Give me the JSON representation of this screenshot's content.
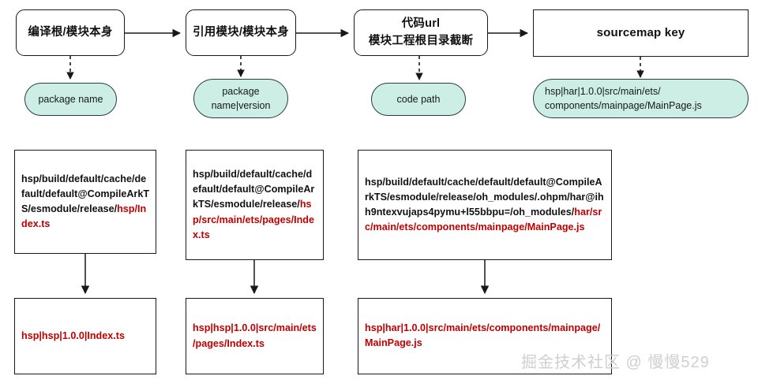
{
  "diagram": {
    "title": "sourcemap key derivation flow",
    "colors": {
      "pill_fill": "#cdeee4",
      "pill_border": "#2b3a4a",
      "box_border": "#17171d",
      "highlight_text": "#c00000",
      "body_text": "#111114",
      "watermark": "#cfcfcf"
    },
    "stages": [
      {
        "line1": "编译根/模块本身",
        "line2": ""
      },
      {
        "line1": "引用模块/模块本身",
        "line2": ""
      },
      {
        "line1": "代码url",
        "line2": "模块工程根目录截断"
      },
      {
        "line1": "sourcemap key",
        "line2": ""
      }
    ],
    "outputs": [
      {
        "line1": "package name",
        "line2": ""
      },
      {
        "line1": "package",
        "line2": "name|version"
      },
      {
        "line1": "code path",
        "line2": ""
      },
      {
        "line1": "hsp|har|1.0.0|src/main/ets/",
        "line2": "components/mainpage/MainPage.js"
      }
    ],
    "examples": [
      {
        "source_prefix": "hsp/build/default/cache/default/default@CompileArkTS/esmodule/release/",
        "source_suffix": "hsp/Index.ts",
        "result": "hsp|hsp|1.0.0|Index.ts"
      },
      {
        "source_prefix": "hsp/build/default/cache/default/default@CompileArkTS/esmodule/release/",
        "source_suffix": "hsp/src/main/ets/pages/Index.ts",
        "result": "hsp|hsp|1.0.0|src/main/ets/pages/Index.ts"
      },
      {
        "source_prefix": "hsp/build/default/cache/default/default@CompileArkTS/esmodule/release/oh_modules/.ohpm/har@ihh9ntexvujaps4pymu+l55bbpu=/oh_modules/",
        "source_suffix": "har/src/main/ets/components/mainpage/MainPage.js",
        "result": "hsp|har|1.0.0|src/main/ets/components/mainpage/MainPage.js"
      }
    ],
    "watermark": "掘金技术社区 @ 慢慢529"
  }
}
